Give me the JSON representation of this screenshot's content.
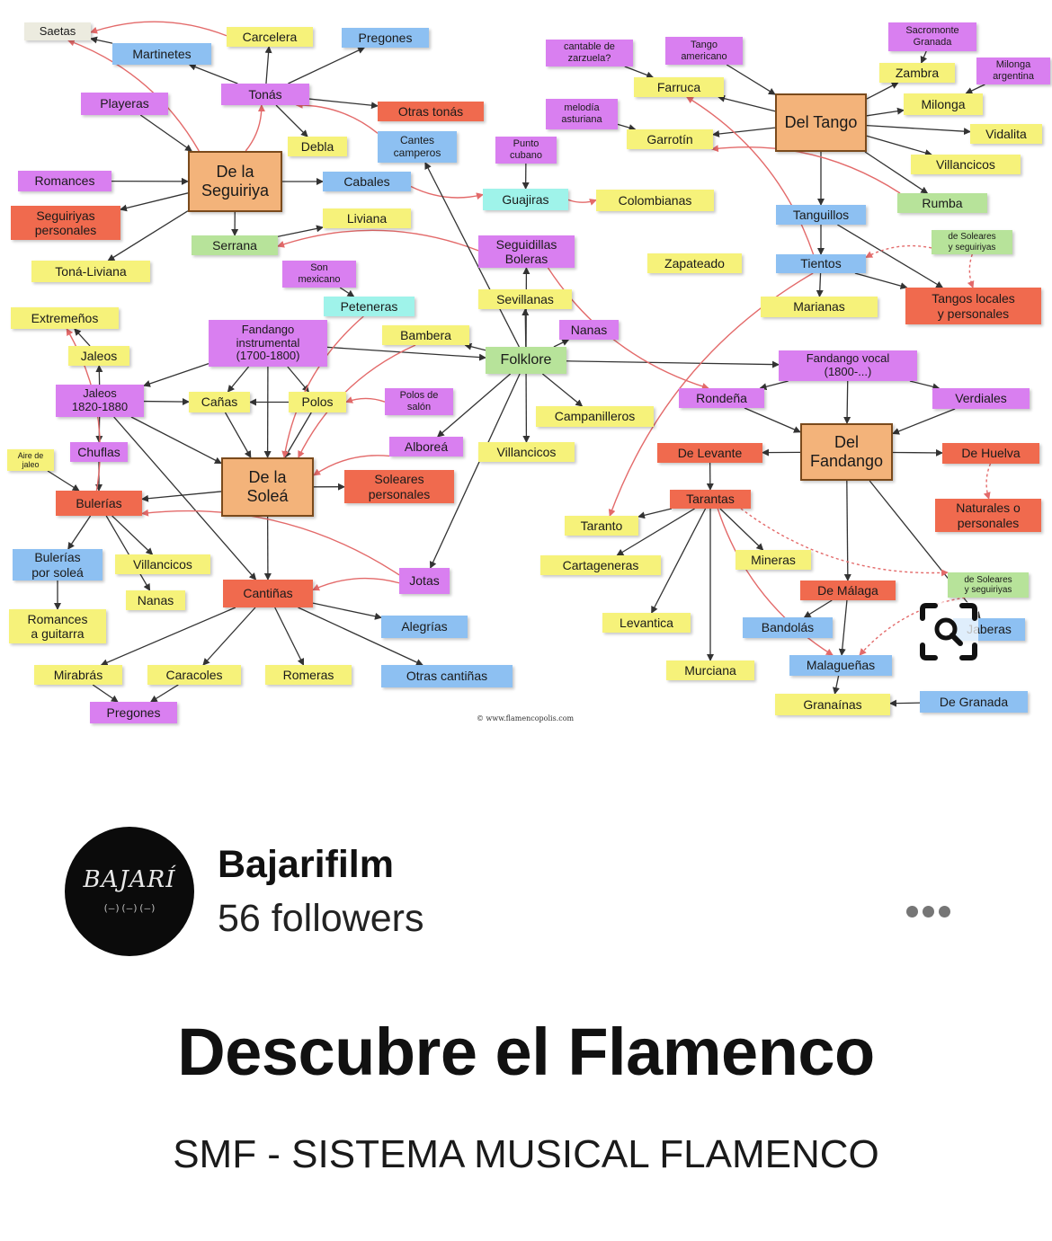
{
  "colors": {
    "purple": "#d97ff0",
    "yellow": "#f6f27a",
    "blue": "#8dc0f2",
    "red": "#f06a4e",
    "orange": "#f3b37a",
    "cyan": "#9ff3ea",
    "green": "#b7e39a",
    "gray": "#ecebdf",
    "edge": "#333333",
    "edge_red": "#e36a6a"
  },
  "diagram": {
    "copyright": "© www.flamencopolis.com",
    "nodes": [
      {
        "id": "saetas",
        "label": "Saetas",
        "color": "gray"
      },
      {
        "id": "carcelera",
        "label": "Carcelera",
        "color": "yellow"
      },
      {
        "id": "pregones_top",
        "label": "Pregones",
        "color": "blue"
      },
      {
        "id": "martinetes",
        "label": "Martinetes",
        "color": "blue"
      },
      {
        "id": "tonas",
        "label": "Tonás",
        "color": "purple"
      },
      {
        "id": "playeras",
        "label": "Playeras",
        "color": "purple"
      },
      {
        "id": "otras_tonas",
        "label": "Otras tonás",
        "color": "red"
      },
      {
        "id": "debla",
        "label": "Debla",
        "color": "yellow"
      },
      {
        "id": "cantes_camperos",
        "label": "Cantes\ncamperos",
        "color": "blue"
      },
      {
        "id": "de_la_seguiriya",
        "label": "De la\nSeguiriya",
        "color": "orange"
      },
      {
        "id": "romances",
        "label": "Romances",
        "color": "purple"
      },
      {
        "id": "cabales",
        "label": "Cabales",
        "color": "blue"
      },
      {
        "id": "seguiriyas_personales",
        "label": "Seguiriyas\npersonales",
        "color": "red"
      },
      {
        "id": "liviana",
        "label": "Liviana",
        "color": "yellow"
      },
      {
        "id": "serrana",
        "label": "Serrana",
        "color": "green"
      },
      {
        "id": "tona_liviana",
        "label": "Toná-Liviana",
        "color": "yellow"
      },
      {
        "id": "son_mexicano",
        "label": "Son\nmexicano",
        "color": "purple"
      },
      {
        "id": "peteneras",
        "label": "Peteneras",
        "color": "cyan"
      },
      {
        "id": "extremenos",
        "label": "Extremeños",
        "color": "yellow"
      },
      {
        "id": "jaleos_top",
        "label": "Jaleos",
        "color": "yellow"
      },
      {
        "id": "fandango_instrumental",
        "label": "Fandango\ninstrumental\n(1700-1800)",
        "color": "purple"
      },
      {
        "id": "bambera",
        "label": "Bambera",
        "color": "yellow"
      },
      {
        "id": "jaleos_1820",
        "label": "Jaleos\n1820-1880",
        "color": "purple"
      },
      {
        "id": "canas",
        "label": "Cañas",
        "color": "yellow"
      },
      {
        "id": "polos",
        "label": "Polos",
        "color": "yellow"
      },
      {
        "id": "polos_salon",
        "label": "Polos de\nsalón",
        "color": "purple"
      },
      {
        "id": "aire_jaleo",
        "label": "Aire de\njaleo",
        "color": "yellow"
      },
      {
        "id": "chuflas",
        "label": "Chuflas",
        "color": "purple"
      },
      {
        "id": "alborea",
        "label": "Alboreá",
        "color": "purple"
      },
      {
        "id": "de_la_solea",
        "label": "De la\nSoleá",
        "color": "orange"
      },
      {
        "id": "soleares_personales",
        "label": "Soleares\npersonales",
        "color": "red"
      },
      {
        "id": "bulerias",
        "label": "Bulerías",
        "color": "red"
      },
      {
        "id": "bulerias_solea",
        "label": "Bulerías\npor soleá",
        "color": "blue"
      },
      {
        "id": "villancicos_left",
        "label": "Villancicos",
        "color": "yellow"
      },
      {
        "id": "nanas_left",
        "label": "Nanas",
        "color": "yellow"
      },
      {
        "id": "jotas",
        "label": "Jotas",
        "color": "purple"
      },
      {
        "id": "cantinas",
        "label": "Cantiñas",
        "color": "red"
      },
      {
        "id": "romances_guitarra",
        "label": "Romances\na guitarra",
        "color": "yellow"
      },
      {
        "id": "alegrias",
        "label": "Alegrías",
        "color": "blue"
      },
      {
        "id": "mirabras",
        "label": "Mirabrás",
        "color": "yellow"
      },
      {
        "id": "caracoles",
        "label": "Caracoles",
        "color": "yellow"
      },
      {
        "id": "romeras",
        "label": "Romeras",
        "color": "yellow"
      },
      {
        "id": "otras_cantinas",
        "label": "Otras cantiñas",
        "color": "blue"
      },
      {
        "id": "pregones_bottom",
        "label": "Pregones",
        "color": "purple"
      },
      {
        "id": "cantable_zarzuela",
        "label": "cantable de\nzarzuela?",
        "color": "purple"
      },
      {
        "id": "tango_americano",
        "label": "Tango\namericano",
        "color": "purple"
      },
      {
        "id": "sacromonte",
        "label": "Sacromonte\nGranada",
        "color": "purple"
      },
      {
        "id": "zambra",
        "label": "Zambra",
        "color": "yellow"
      },
      {
        "id": "milonga_argentina",
        "label": "Milonga\nargentina",
        "color": "purple"
      },
      {
        "id": "farruca",
        "label": "Farruca",
        "color": "yellow"
      },
      {
        "id": "del_tango",
        "label": "Del Tango",
        "color": "orange"
      },
      {
        "id": "milonga",
        "label": "Milonga",
        "color": "yellow"
      },
      {
        "id": "melodia_asturiana",
        "label": "melodía\nasturiana",
        "color": "purple"
      },
      {
        "id": "garrotin",
        "label": "Garrotín",
        "color": "yellow"
      },
      {
        "id": "vidalita",
        "label": "Vidalita",
        "color": "yellow"
      },
      {
        "id": "punto_cubano",
        "label": "Punto\ncubano",
        "color": "purple"
      },
      {
        "id": "villancicos_right",
        "label": "Villancicos",
        "color": "yellow"
      },
      {
        "id": "guajiras",
        "label": "Guajiras",
        "color": "cyan"
      },
      {
        "id": "colombianas",
        "label": "Colombianas",
        "color": "yellow"
      },
      {
        "id": "rumba",
        "label": "Rumba",
        "color": "green"
      },
      {
        "id": "tanguillos",
        "label": "Tanguillos",
        "color": "blue"
      },
      {
        "id": "seguidillas_boleras",
        "label": "Seguidillas\nBoleras",
        "color": "purple"
      },
      {
        "id": "zapateado",
        "label": "Zapateado",
        "color": "yellow"
      },
      {
        "id": "tientos",
        "label": "Tientos",
        "color": "blue"
      },
      {
        "id": "de_soleares_seguiriyas_top",
        "label": "de Soleares\ny seguiriyas",
        "color": "green"
      },
      {
        "id": "sevillanas",
        "label": "Sevillanas",
        "color": "yellow"
      },
      {
        "id": "marianas",
        "label": "Marianas",
        "color": "yellow"
      },
      {
        "id": "tangos_locales",
        "label": "Tangos locales\ny personales",
        "color": "red"
      },
      {
        "id": "nanas_mid",
        "label": "Nanas",
        "color": "purple"
      },
      {
        "id": "folklore",
        "label": "Folklore",
        "color": "green"
      },
      {
        "id": "fandango_vocal",
        "label": "Fandango vocal\n(1800-...)",
        "color": "purple"
      },
      {
        "id": "rondena",
        "label": "Rondeña",
        "color": "purple"
      },
      {
        "id": "verdiales",
        "label": "Verdiales",
        "color": "purple"
      },
      {
        "id": "campanilleros",
        "label": "Campanilleros",
        "color": "yellow"
      },
      {
        "id": "villancicos_mid",
        "label": "Villancicos",
        "color": "yellow"
      },
      {
        "id": "de_levante",
        "label": "De Levante",
        "color": "red"
      },
      {
        "id": "del_fandango",
        "label": "Del\nFandango",
        "color": "orange"
      },
      {
        "id": "de_huelva",
        "label": "De Huelva",
        "color": "red"
      },
      {
        "id": "tarantas",
        "label": "Tarantas",
        "color": "red"
      },
      {
        "id": "taranto",
        "label": "Taranto",
        "color": "yellow"
      },
      {
        "id": "naturales_personales",
        "label": "Naturales o\npersonales",
        "color": "red"
      },
      {
        "id": "cartageneras",
        "label": "Cartageneras",
        "color": "yellow"
      },
      {
        "id": "mineras",
        "label": "Mineras",
        "color": "yellow"
      },
      {
        "id": "de_malaga",
        "label": "De Málaga",
        "color": "red"
      },
      {
        "id": "de_soleares_seguiriyas_bottom",
        "label": "de Soleares\ny seguiriyas",
        "color": "green"
      },
      {
        "id": "levantica",
        "label": "Levantica",
        "color": "yellow"
      },
      {
        "id": "bandolas",
        "label": "Bandolás",
        "color": "blue"
      },
      {
        "id": "abandolaos",
        "label": "Jaberas",
        "color": "blue"
      },
      {
        "id": "murciana",
        "label": "Murciana",
        "color": "yellow"
      },
      {
        "id": "malaguenas",
        "label": "Malagueñas",
        "color": "blue"
      },
      {
        "id": "granainas",
        "label": "Granaínas",
        "color": "yellow"
      },
      {
        "id": "de_granada",
        "label": "De Granada",
        "color": "blue"
      }
    ],
    "edges": [
      [
        "carcelera",
        "saetas",
        "red"
      ],
      [
        "martinetes",
        "saetas",
        "dark"
      ],
      [
        "tonas",
        "martinetes",
        "dark"
      ],
      [
        "tonas",
        "carcelera",
        "dark"
      ],
      [
        "tonas",
        "pregones_top",
        "dark"
      ],
      [
        "tonas",
        "otras_tonas",
        "dark"
      ],
      [
        "tonas",
        "debla",
        "dark"
      ],
      [
        "de_la_seguiriya",
        "saetas",
        "red"
      ],
      [
        "de_la_seguiriya",
        "tonas",
        "red"
      ],
      [
        "playeras",
        "de_la_seguiriya",
        "dark"
      ],
      [
        "romances",
        "de_la_seguiriya",
        "dark"
      ],
      [
        "de_la_seguiriya",
        "cabales",
        "dark"
      ],
      [
        "de_la_seguiriya",
        "seguiriyas_personales",
        "dark"
      ],
      [
        "de_la_seguiriya",
        "tona_liviana",
        "dark"
      ],
      [
        "de_la_seguiriya",
        "serrana",
        "dark"
      ],
      [
        "cantes_camperos",
        "tonas",
        "red"
      ],
      [
        "serrana",
        "liviana",
        "dark"
      ],
      [
        "seguidillas_boleras",
        "serrana",
        "red"
      ],
      [
        "son_mexicano",
        "peteneras",
        "dark"
      ],
      [
        "cabales",
        "guajiras",
        "red"
      ],
      [
        "punto_cubano",
        "guajiras",
        "dark"
      ],
      [
        "guajiras",
        "colombianas",
        "red"
      ],
      [
        "folklore",
        "cantes_camperos",
        "dark"
      ],
      [
        "folklore",
        "seguidillas_boleras",
        "dark"
      ],
      [
        "folklore",
        "sevillanas",
        "dark"
      ],
      [
        "folklore",
        "nanas_mid",
        "dark"
      ],
      [
        "folklore",
        "bambera",
        "dark"
      ],
      [
        "folklore",
        "campanilleros",
        "dark"
      ],
      [
        "folklore",
        "villancicos_mid",
        "dark"
      ],
      [
        "folklore",
        "alborea",
        "dark"
      ],
      [
        "folklore",
        "jotas",
        "dark"
      ],
      [
        "fandango_instrumental",
        "folklore",
        "dark"
      ],
      [
        "folklore",
        "fandango_vocal",
        "dark"
      ],
      [
        "fandango_instrumental",
        "jaleos_1820",
        "dark"
      ],
      [
        "fandango_instrumental",
        "canas",
        "dark"
      ],
      [
        "fandango_instrumental",
        "polos",
        "dark"
      ],
      [
        "fandango_instrumental",
        "de_la_solea",
        "dark"
      ],
      [
        "jaleos_top",
        "extremenos",
        "dark"
      ],
      [
        "jaleos_1820",
        "jaleos_top",
        "dark"
      ],
      [
        "jaleos_1820",
        "canas",
        "dark"
      ],
      [
        "jaleos_1820",
        "chuflas",
        "dark"
      ],
      [
        "jaleos_1820",
        "de_la_solea",
        "dark"
      ],
      [
        "jaleos_1820",
        "cantinas",
        "dark"
      ],
      [
        "polos",
        "canas",
        "dark"
      ],
      [
        "polos_salon",
        "polos",
        "red"
      ],
      [
        "canas",
        "de_la_solea",
        "dark"
      ],
      [
        "polos",
        "de_la_solea",
        "dark"
      ],
      [
        "alborea",
        "de_la_solea",
        "red"
      ],
      [
        "bambera",
        "de_la_solea",
        "red"
      ],
      [
        "peteneras",
        "de_la_solea",
        "red"
      ],
      [
        "de_la_solea",
        "soleares_personales",
        "dark"
      ],
      [
        "de_la_solea",
        "bulerias",
        "dark"
      ],
      [
        "de_la_solea",
        "cantinas",
        "dark"
      ],
      [
        "chuflas",
        "bulerias",
        "dark"
      ],
      [
        "bulerias",
        "extremenos",
        "red"
      ],
      [
        "aire_jaleo",
        "bulerias",
        "dark"
      ],
      [
        "bulerias",
        "bulerias_solea",
        "dark"
      ],
      [
        "bulerias",
        "villancicos_left",
        "dark"
      ],
      [
        "bulerias",
        "nanas_left",
        "dark"
      ],
      [
        "bulerias_solea",
        "romances_guitarra",
        "dark"
      ],
      [
        "jotas",
        "bulerias",
        "red"
      ],
      [
        "jotas",
        "cantinas",
        "red"
      ],
      [
        "cantinas",
        "alegrias",
        "dark"
      ],
      [
        "cantinas",
        "mirabras",
        "dark"
      ],
      [
        "cantinas",
        "caracoles",
        "dark"
      ],
      [
        "cantinas",
        "romeras",
        "dark"
      ],
      [
        "cantinas",
        "otras_cantinas",
        "dark"
      ],
      [
        "caracoles",
        "pregones_bottom",
        "dark"
      ],
      [
        "mirabras",
        "pregones_bottom",
        "dark"
      ],
      [
        "cantable_zarzuela",
        "farruca",
        "dark"
      ],
      [
        "tango_americano",
        "del_tango",
        "dark"
      ],
      [
        "del_tango",
        "farruca",
        "dark"
      ],
      [
        "del_tango",
        "zambra",
        "dark"
      ],
      [
        "sacromonte",
        "zambra",
        "dark"
      ],
      [
        "milonga_argentina",
        "milonga",
        "dark"
      ],
      [
        "del_tango",
        "milonga",
        "dark"
      ],
      [
        "del_tango",
        "vidalita",
        "dark"
      ],
      [
        "del_tango",
        "garrotin",
        "dark"
      ],
      [
        "melodia_asturiana",
        "garrotin",
        "dark"
      ],
      [
        "del_tango",
        "villancicos_right",
        "dark"
      ],
      [
        "del_tango",
        "rumba",
        "dark"
      ],
      [
        "del_tango",
        "tanguillos",
        "dark"
      ],
      [
        "rumba",
        "garrotin",
        "red"
      ],
      [
        "tientos",
        "farruca",
        "red"
      ],
      [
        "tanguillos",
        "tientos",
        "dark"
      ],
      [
        "tientos",
        "marianas",
        "dark"
      ],
      [
        "tientos",
        "tangos_locales",
        "dark"
      ],
      [
        "tanguillos",
        "tangos_locales",
        "dark"
      ],
      [
        "de_soleares_seguiriyas_top",
        "tientos",
        "reddash"
      ],
      [
        "de_soleares_seguiriyas_top",
        "tangos_locales",
        "reddash"
      ],
      [
        "seguidillas_boleras",
        "rondena",
        "red"
      ],
      [
        "fandango_vocal",
        "rondena",
        "dark"
      ],
      [
        "fandango_vocal",
        "verdiales",
        "dark"
      ],
      [
        "fandango_vocal",
        "del_fandango",
        "dark"
      ],
      [
        "rondena",
        "del_fandango",
        "dark"
      ],
      [
        "verdiales",
        "del_fandango",
        "dark"
      ],
      [
        "del_fandango",
        "de_levante",
        "dark"
      ],
      [
        "del_fandango",
        "de_huelva",
        "dark"
      ],
      [
        "del_fandango",
        "de_malaga",
        "dark"
      ],
      [
        "del_fandango",
        "abandolaos",
        "dark"
      ],
      [
        "de_huelva",
        "naturales_personales",
        "reddash"
      ],
      [
        "de_levante",
        "tarantas",
        "dark"
      ],
      [
        "tarantas",
        "taranto",
        "dark"
      ],
      [
        "tarantas",
        "cartageneras",
        "dark"
      ],
      [
        "tarantas",
        "mineras",
        "dark"
      ],
      [
        "tarantas",
        "levantica",
        "dark"
      ],
      [
        "tarantas",
        "murciana",
        "dark"
      ],
      [
        "tarantas",
        "malaguenas",
        "red"
      ],
      [
        "de_malaga",
        "bandolas",
        "dark"
      ],
      [
        "de_malaga",
        "malaguenas",
        "dark"
      ],
      [
        "malaguenas",
        "granainas",
        "dark"
      ],
      [
        "de_granada",
        "granainas",
        "dark"
      ],
      [
        "tientos",
        "taranto",
        "red"
      ],
      [
        "tarantas",
        "de_soleares_seguiriyas_bottom",
        "reddash"
      ],
      [
        "de_soleares_seguiriyas_bottom",
        "malaguenas",
        "reddash"
      ]
    ]
  },
  "lens": {
    "icon": "search-icon"
  },
  "profile": {
    "avatar_logo": "BAJARÍ",
    "avatar_sub": "(—)(—)(—)",
    "name": "Bajarifilm",
    "followers": "56 followers",
    "more_icon": "more-icon"
  },
  "board": {
    "title": "Descubre el Flamenco",
    "subtitle": "SMF - SISTEMA MUSICAL FLAMENCO"
  }
}
